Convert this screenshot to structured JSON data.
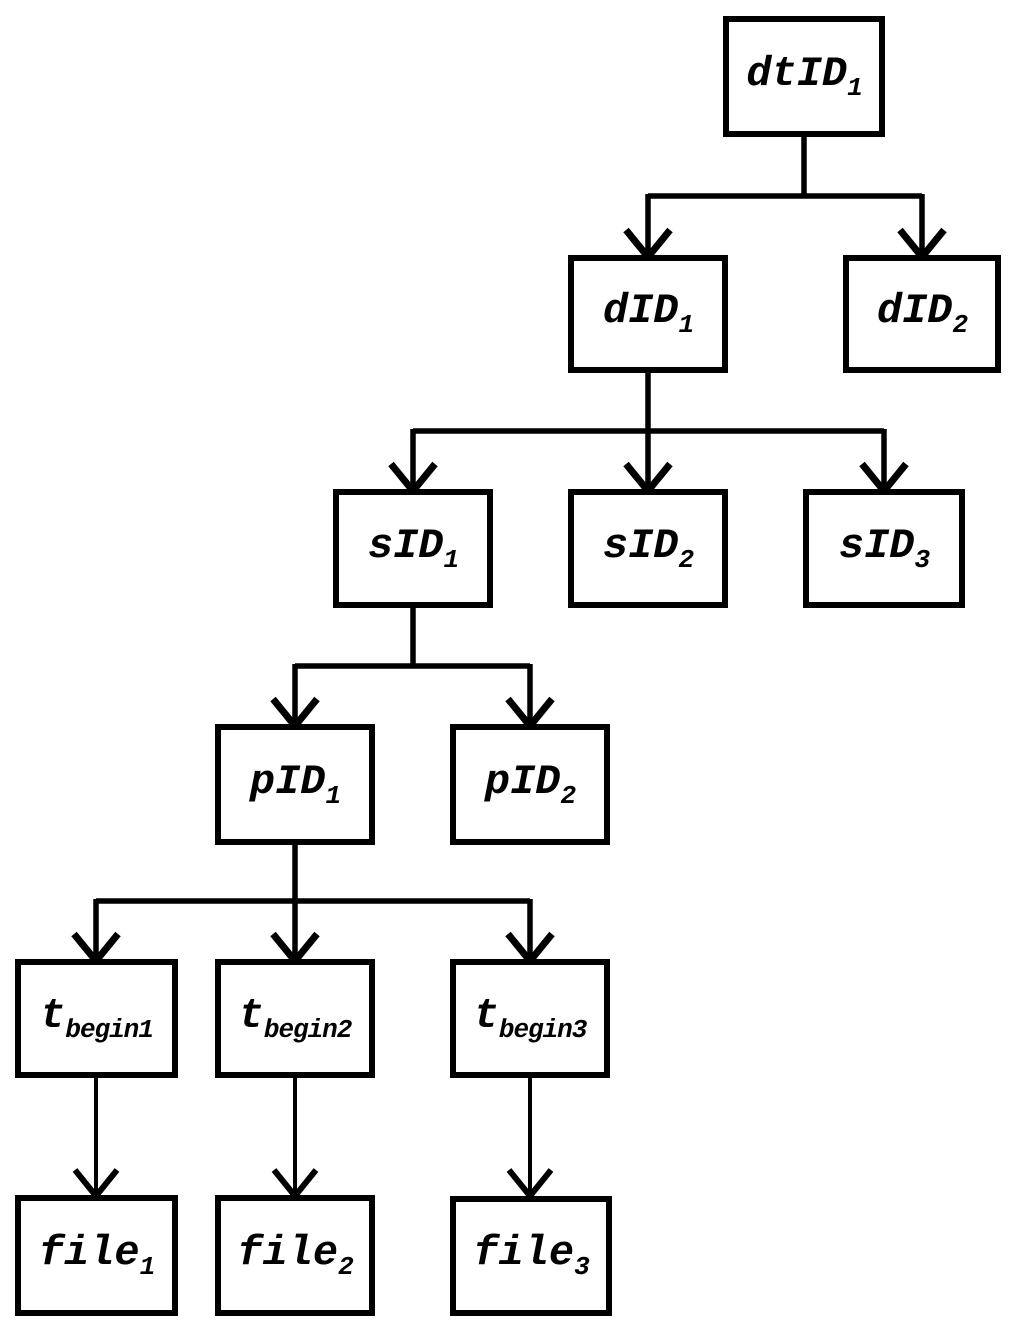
{
  "diagram": {
    "type": "tree",
    "background_color": "#ffffff",
    "line_color": "#000000",
    "box_fill": "#ffffff",
    "nodes": {
      "dtid1": {
        "main": "dtID",
        "sub": "1"
      },
      "did1": {
        "main": "dID",
        "sub": "1"
      },
      "did2": {
        "main": "dID",
        "sub": "2"
      },
      "sid1": {
        "main": "sID",
        "sub": "1"
      },
      "sid2": {
        "main": "sID",
        "sub": "2"
      },
      "sid3": {
        "main": "sID",
        "sub": "3"
      },
      "pid1": {
        "main": "pID",
        "sub": "1"
      },
      "pid2": {
        "main": "pID",
        "sub": "2"
      },
      "tbegin1": {
        "main": "t",
        "sub": "begin1"
      },
      "tbegin2": {
        "main": "t",
        "sub": "begin2"
      },
      "tbegin3": {
        "main": "t",
        "sub": "begin3"
      },
      "file1": {
        "main": "file",
        "sub": "1"
      },
      "file2": {
        "main": "file",
        "sub": "2"
      },
      "file3": {
        "main": "file",
        "sub": "3"
      }
    },
    "edges": [
      {
        "from": "dtID1",
        "to": "dID1"
      },
      {
        "from": "dtID1",
        "to": "dID2"
      },
      {
        "from": "dID1",
        "to": "sID1"
      },
      {
        "from": "dID1",
        "to": "sID2"
      },
      {
        "from": "dID1",
        "to": "sID3"
      },
      {
        "from": "sID1",
        "to": "pID1"
      },
      {
        "from": "sID1",
        "to": "pID2"
      },
      {
        "from": "pID1",
        "to": "t_begin1"
      },
      {
        "from": "pID1",
        "to": "t_begin2"
      },
      {
        "from": "pID1",
        "to": "t_begin3"
      },
      {
        "from": "t_begin1",
        "to": "file1"
      },
      {
        "from": "t_begin2",
        "to": "file2"
      },
      {
        "from": "t_begin3",
        "to": "file3"
      }
    ]
  }
}
